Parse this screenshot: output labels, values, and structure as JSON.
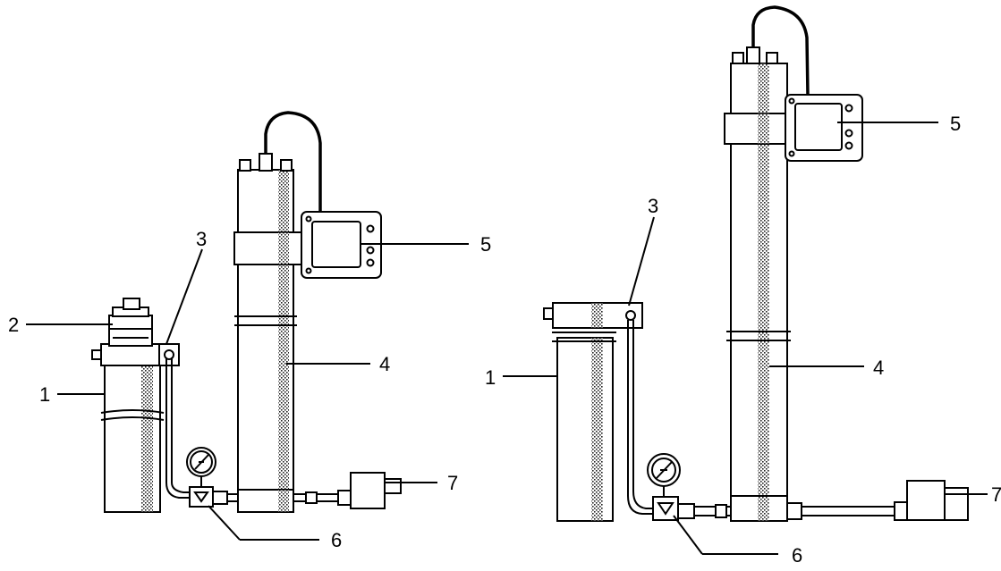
{
  "callouts": {
    "left": {
      "c1": "1",
      "c2": "2",
      "c3": "3",
      "c4": "4",
      "c5": "5",
      "c6": "6",
      "c7": "7"
    },
    "right": {
      "c1": "1",
      "c3": "3",
      "c4": "4",
      "c5": "5",
      "c6": "6",
      "c7": "7"
    }
  }
}
